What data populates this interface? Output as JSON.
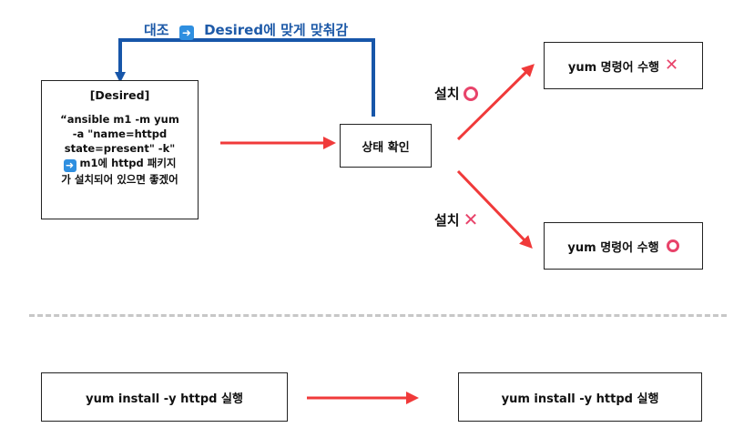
{
  "top_label": {
    "prefix": "대조",
    "suffix": "Desired에 맞게 맞춰감"
  },
  "desired_box": {
    "title": "[Desired]",
    "line1": "“ansible m1 -m yum",
    "line2": "-a \"name=httpd",
    "line3": "state=present\" -k\"",
    "line4": "m1에 httpd 패키지",
    "line5": "가 설치되어 있으면 좋겠어"
  },
  "status_box": {
    "label": "상태 확인"
  },
  "result_top": {
    "label": "yum 명령어 수행",
    "mark": "✕"
  },
  "result_bottom": {
    "label": "yum 명령어 수행",
    "mark": "O"
  },
  "branch_installed": {
    "label": "설치"
  },
  "branch_not_installed": {
    "label": "설치",
    "mark": "✕"
  },
  "bottom_left_box": {
    "label": "yum install -y httpd 실행"
  },
  "bottom_right_box": {
    "label": "yum install -y httpd 실행"
  },
  "colors": {
    "red_arrow": "#f03a3a",
    "blue_arrow": "#1756a9",
    "mark": "#e8436a",
    "chip": "#2f8fe0"
  },
  "icons": {
    "arrow_chip": "right-arrow-icon",
    "circle": "circle-o-icon",
    "cross": "cross-x-icon"
  }
}
